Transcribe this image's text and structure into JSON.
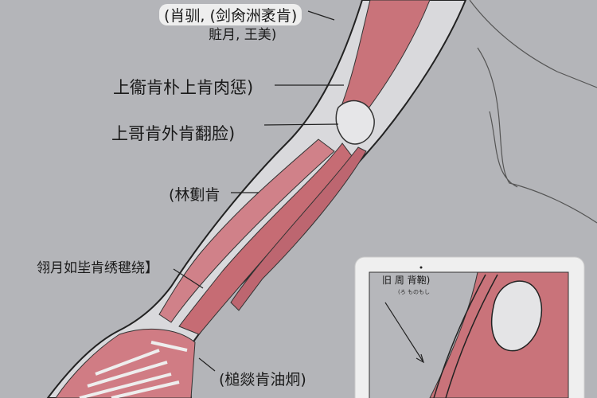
{
  "labels": {
    "top_line1": "(肖驯, (剑肏洲袤肯)",
    "top_line2": "賍月, 王美)",
    "label_upper_1": "上衞肯朴上肯肉惩)",
    "label_upper_2": "上哥肯外肯翻脸)",
    "label_mid": "(林劐肯",
    "label_wrist": "翎月如坒肯绣毽绕】",
    "label_bottom": "(槌燚肯油炯)"
  },
  "inset": {
    "title": "旧 周 背鞄)",
    "subtitle": "(ろ ものもし"
  },
  "colors": {
    "background": "#b4b5b9",
    "muscle": "#c9737a",
    "bone": "#e6e6e8",
    "outline": "#222222"
  }
}
